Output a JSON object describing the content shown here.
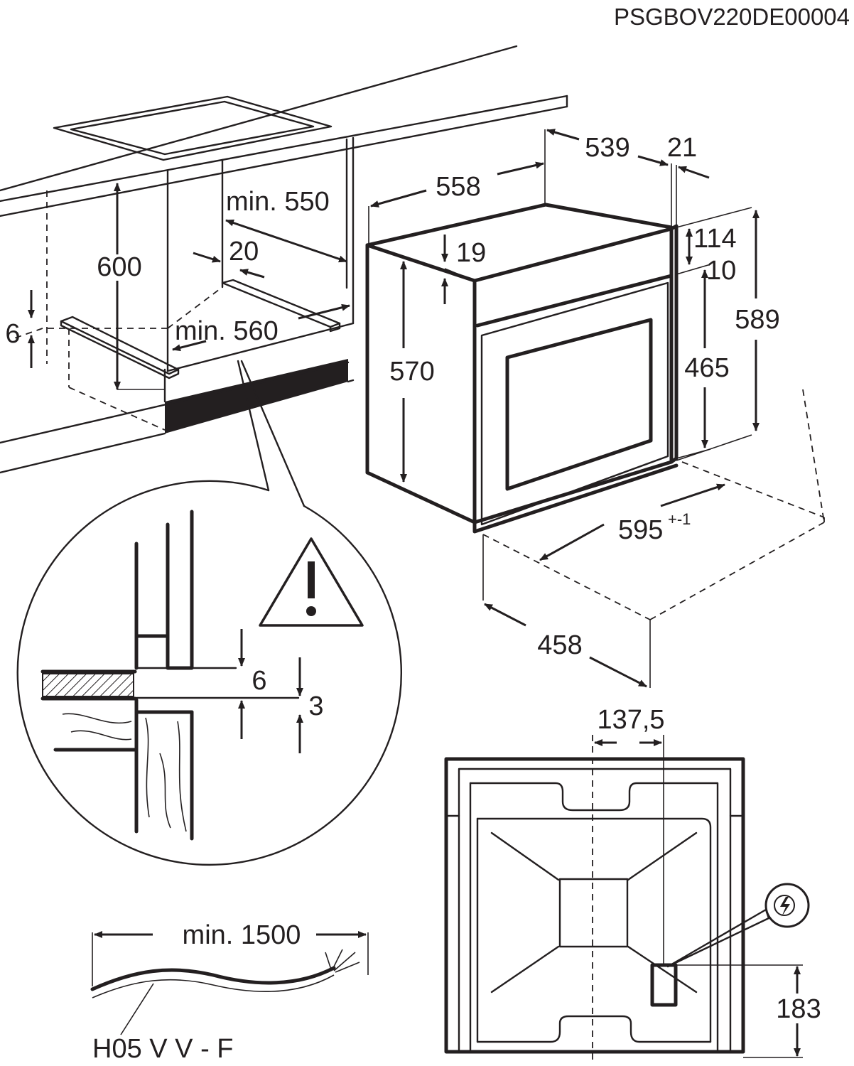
{
  "code": "PSGBOV220DE00004",
  "niche": {
    "height": "600",
    "depth_min": "min. 550",
    "width_min": "min. 560",
    "gap": "20",
    "step": "6"
  },
  "oven": {
    "depth_total": "558",
    "body_depth": "539",
    "front": "21",
    "top_offset": "19",
    "panel": "114",
    "gap_small": "10",
    "height_total": "589",
    "door": "465",
    "body_height": "570",
    "width": "595",
    "width_tol": "+-1",
    "plinth_depth": "458"
  },
  "detail": {
    "clearance_a": "6",
    "clearance_b": "3"
  },
  "back": {
    "offset": "137,5",
    "height": "183"
  },
  "cable": {
    "length": "min. 1500",
    "type": "H05 V V - F"
  },
  "icons": [
    "warning-icon",
    "electrical-connection-icon"
  ]
}
